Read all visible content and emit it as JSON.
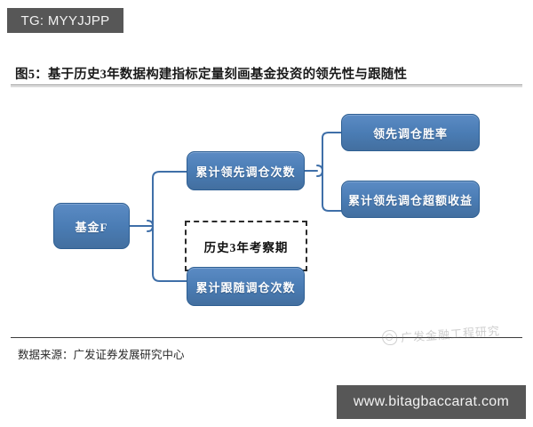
{
  "watermarks": {
    "tg_handle": "TG: MYYJJPP",
    "site_url": "www.bitagbaccarat.com",
    "brand_text": "广发金融工程研究"
  },
  "figure": {
    "title": "图5：基于历史3年数据构建指标定量刻画基金投资的领先性与跟随性",
    "source_note": "数据来源：广发证券发展研究中心"
  },
  "diagram": {
    "nodes": {
      "fund": "基金F",
      "lead_count": "累计领先调仓次数",
      "follow_count": "累计跟随调仓次数",
      "period": "历史3年考察期",
      "lead_winrate": "领先调仓胜率",
      "lead_excess_return": "累计领先调仓超额收益"
    },
    "colors": {
      "node_fill": "#4a7cb4",
      "node_border": "#2e5f93",
      "node_text": "#ffffff",
      "connector": "#3f6fa8",
      "dashed_border": "#2b2b2b",
      "badge_bg": "#575757"
    }
  }
}
